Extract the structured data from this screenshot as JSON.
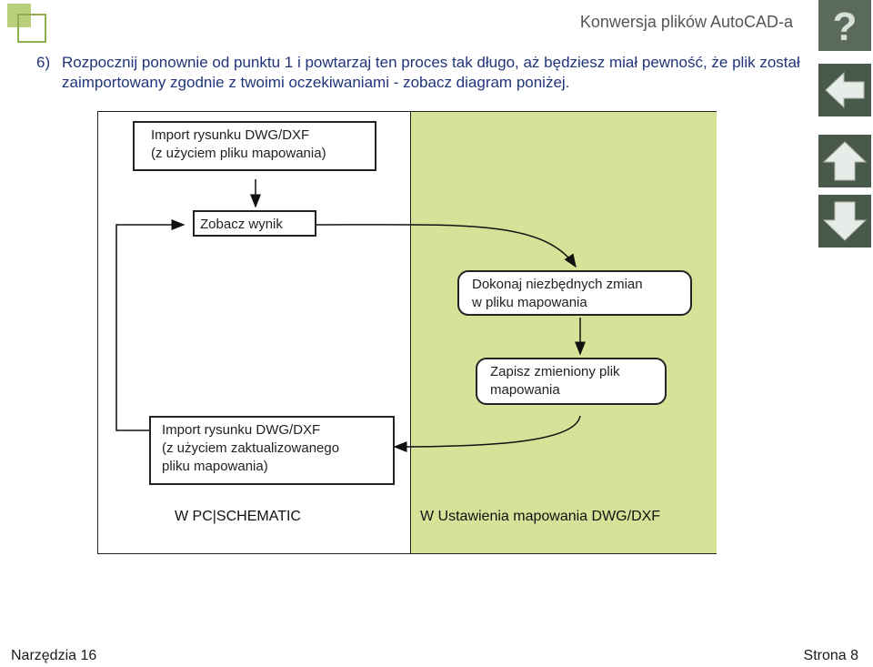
{
  "header": {
    "title": "Konwersja plików AutoCAD-a"
  },
  "step": {
    "number": "6)",
    "text": "Rozpocznij ponownie od punktu 1 i powtarzaj ten proces tak długo, aż będziesz miał pewność, że plik został zaimportowany zgodnie z twoimi oczekiwaniami - zobacz diagram poniżej."
  },
  "diagram": {
    "box_import_line1": "Import rysunku DWG/DXF",
    "box_import_line2": "(z użyciem pliku mapowania)",
    "box_view_result": "Zobacz wynik",
    "box_changes_line1": "Dokonaj niezbędnych zmian",
    "box_changes_line2": "w pliku mapowania",
    "box_save_line1": "Zapisz zmieniony plik",
    "box_save_line2": "mapowania",
    "box_reimport_line1": "Import rysunku DWG/DXF",
    "box_reimport_line2": "(z użyciem zaktualizowanego",
    "box_reimport_line3": "pliku mapowania)",
    "label_left": "W PC|SCHEMATIC",
    "label_right": "W Ustawienia mapowania DWG/DXF"
  },
  "nav": {
    "help": "?"
  },
  "footer": {
    "left": "Narzędzia 16",
    "right": "Strona 8"
  },
  "colors": {
    "green_zone": "#d5e298",
    "text_blue": "#20357a",
    "nav_bg": "#4a5a4a"
  }
}
